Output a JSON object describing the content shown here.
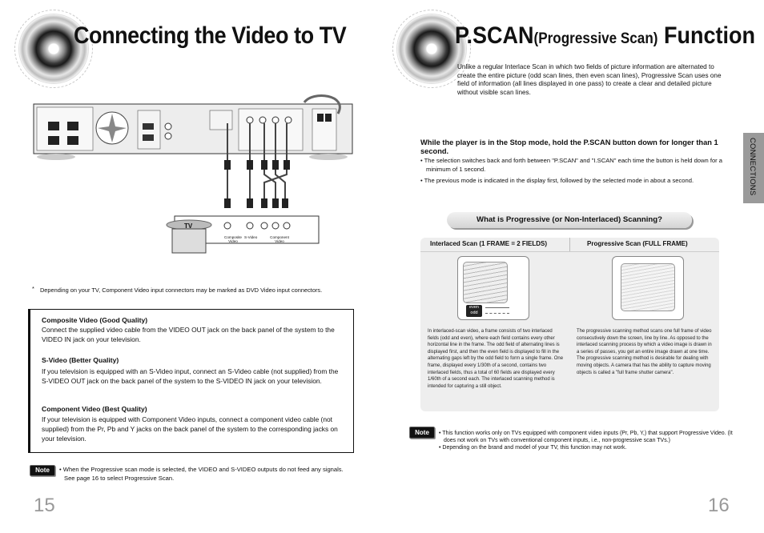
{
  "left_page": {
    "title": "Connecting the Video to TV",
    "page_number": "15",
    "diagram": {
      "tv_label": "TV",
      "jack_labels": [
        "Composite\nVideo",
        "S-Video",
        "Component\nVideo"
      ],
      "jack_label_composite": "Composite Video",
      "jack_label_svideo": "S-Video",
      "jack_label_component": "Component Video"
    },
    "footnote_marker": "*",
    "footnote": "Depending on your TV, Component Video input connectors may be marked as DVD Video input connectors.",
    "sections": [
      {
        "heading": "Composite Video (Good Quality)",
        "body": "Connect the supplied video cable from the VIDEO OUT jack on the back panel of the system to the VIDEO IN jack on your television."
      },
      {
        "heading": "S-Video (Better Quality)",
        "body": "If you television is equipped with an S-Video input, connect an S-Video cable (not supplied) from the S-VIDEO OUT jack on the back panel of the system to the S-VIDEO IN jack on your television."
      },
      {
        "heading": "Component Video (Best Quality)",
        "body": "If your television is equipped with Component Video inputs, connect a component video cable (not supplied) from the Pr, Pb and Y jacks on the back panel of the system to the corresponding jacks on your television."
      }
    ],
    "note_label": "Note",
    "note": "When the Progressive scan mode is selected, the VIDEO and S-VIDEO outputs do not feed any signals. See page 16 to select Progressive Scan."
  },
  "right_page": {
    "title_main": "P.SCAN",
    "title_paren": "(Progressive Scan)",
    "title_end": "Function",
    "page_number": "16",
    "side_tab": "CONNECTIONS",
    "intro": "Unlike a regular Interlace Scan in which two fields of picture information are alternated to create the entire picture (odd scan lines, then even scan lines), Progressive Scan uses one field of information (all lines displayed in one pass) to create a clear and detailed picture without visible scan lines.",
    "instruction": "While the player is in the Stop mode, hold the P.SCAN button down for longer than 1 second.",
    "bullet_1": "The selection switches back and forth between \"P.SCAN\" and \"I.SCAN\" each time the button is held down for a minimum of 1 second.",
    "bullet_2": "The previous mode is indicated in the display first, followed by the selected mode in about a second.",
    "question": "What is Progressive (or Non-Interlaced) Scanning?",
    "interlaced": {
      "heading": "Interlaced Scan (1 FRAME = 2 FIELDS)",
      "tag_even": "even",
      "tag_odd": "odd",
      "text": "In interlaced-scan video, a frame consists of two interlaced fields (odd and even), where each field contains every other horizontal line in the frame. The odd field of alternating lines is displayed first, and then the even field is displayed to fill in the alternating gaps left by the odd field to form a single frame. One frame, displayed every 1/30th of a second, contains two interlaced fields, thus a total of 60 fields are displayed every 1/60th of a second each. The interlaced scanning method is intended for capturing a still object."
    },
    "progressive": {
      "heading": "Progressive Scan (FULL FRAME)",
      "text": "The progressive scanning method scans one full frame of video consecutively down the screen, line by line. As opposed to the interlaced scanning process by which a video image is drawn in a series of passes, you get an entire image drawn at one time. The progressive scanning method is desirable for dealing with moving objects. A camera that has the ability to capture moving objects is called a \"full frame shutter camera\"."
    },
    "note_label": "Note",
    "note_1": "This function works only on TVs equipped with component video inputs (Pr, Pb, Y,) that support Progressive Video. (It does not work on TVs with conventional component inputs, i.e., non-progressive scan TVs.)",
    "note_2": "Depending on the brand and model of your TV, this function may not work."
  },
  "colors": {
    "side_tab": "#9a9a9a",
    "page_number": "#999999",
    "scan_panel": "#eeeeee"
  },
  "icons": [
    "speaker-logo-icon",
    "dvd-receiver-back-panel-diagram",
    "tv-icon",
    "interlaced-tv-icon",
    "progressive-tv-icon"
  ]
}
